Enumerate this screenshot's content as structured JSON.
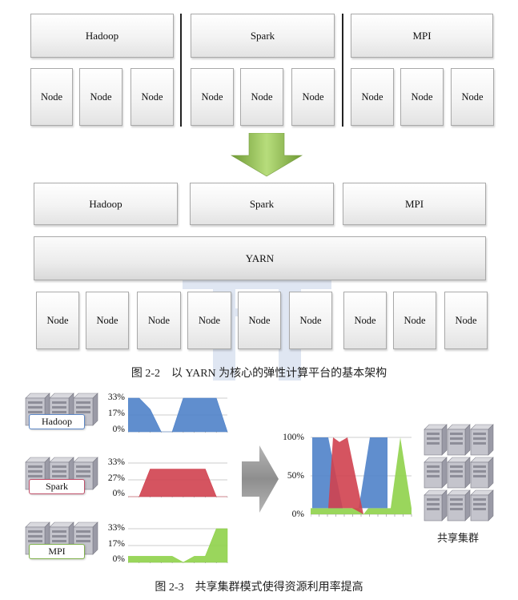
{
  "fig22": {
    "top_frameworks": [
      "Hadoop",
      "Spark",
      "MPI"
    ],
    "node_label": "Node",
    "bottom_frameworks": [
      "Hadoop",
      "Spark",
      "MPI"
    ],
    "yarn_label": "YARN",
    "arrow_color": "#8fbf4a",
    "caption": "图 2-2　以 YARN 为核心的弹性计算平台的基本架构"
  },
  "fig23": {
    "frameworks": [
      {
        "name": "Hadoop",
        "color": "#4f82c9",
        "border": "#5b86c5",
        "ticks": [
          "33%",
          "17%",
          "0%"
        ],
        "usage": [
          33,
          33,
          22,
          0,
          0,
          33,
          33,
          33,
          33,
          0
        ]
      },
      {
        "name": "Spark",
        "color": "#d0414f",
        "border": "#c0506a",
        "ticks": [
          "33%",
          "27%",
          "0%"
        ],
        "usage": [
          0,
          0,
          27,
          27,
          27,
          27,
          27,
          27,
          0,
          0
        ]
      },
      {
        "name": "MPI",
        "color": "#8fd24a",
        "border": "#7fb04a",
        "ticks": [
          "33%",
          "17%",
          "0%"
        ],
        "usage": [
          6,
          6,
          6,
          6,
          6,
          0,
          6,
          6,
          33,
          33
        ]
      }
    ],
    "shared": {
      "ticks": [
        "100%",
        "50%",
        "0%"
      ],
      "ylim": [
        0,
        100
      ]
    },
    "cluster_label": "共享集群",
    "caption": "图 2-3　共享集群模式使得资源利用率提高"
  }
}
